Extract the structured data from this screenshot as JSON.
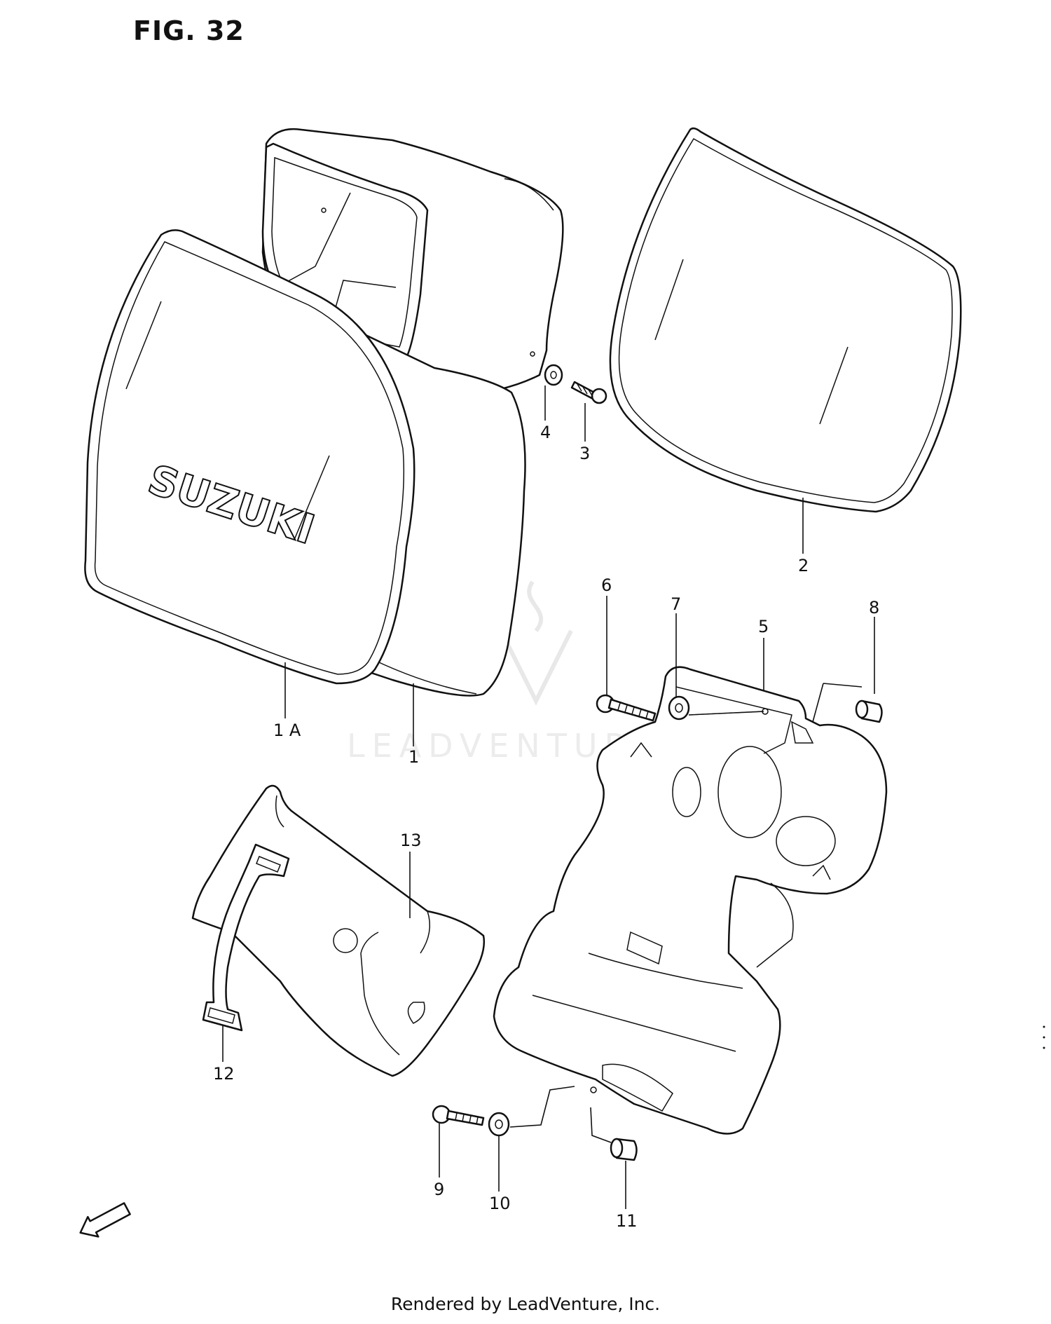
{
  "figure": {
    "title": "FIG. 32",
    "watermark": "LEADVENTURE",
    "footer": "Rendered by LeadVenture, Inc.",
    "fwd_label": "FWD",
    "logo_text": "SUZUKI"
  },
  "callouts": [
    {
      "id": "1A",
      "label": "1 A"
    },
    {
      "id": "1",
      "label": "1"
    },
    {
      "id": "2",
      "label": "2"
    },
    {
      "id": "3",
      "label": "3"
    },
    {
      "id": "4",
      "label": "4"
    },
    {
      "id": "5",
      "label": "5"
    },
    {
      "id": "6",
      "label": "6"
    },
    {
      "id": "7",
      "label": "7"
    },
    {
      "id": "8",
      "label": "8"
    },
    {
      "id": "9",
      "label": "9"
    },
    {
      "id": "10",
      "label": "10"
    },
    {
      "id": "11",
      "label": "11"
    },
    {
      "id": "12",
      "label": "12"
    },
    {
      "id": "13",
      "label": "13"
    }
  ],
  "colors": {
    "line": "#111111",
    "background": "#ffffff",
    "watermark": "#e6e6e6"
  }
}
